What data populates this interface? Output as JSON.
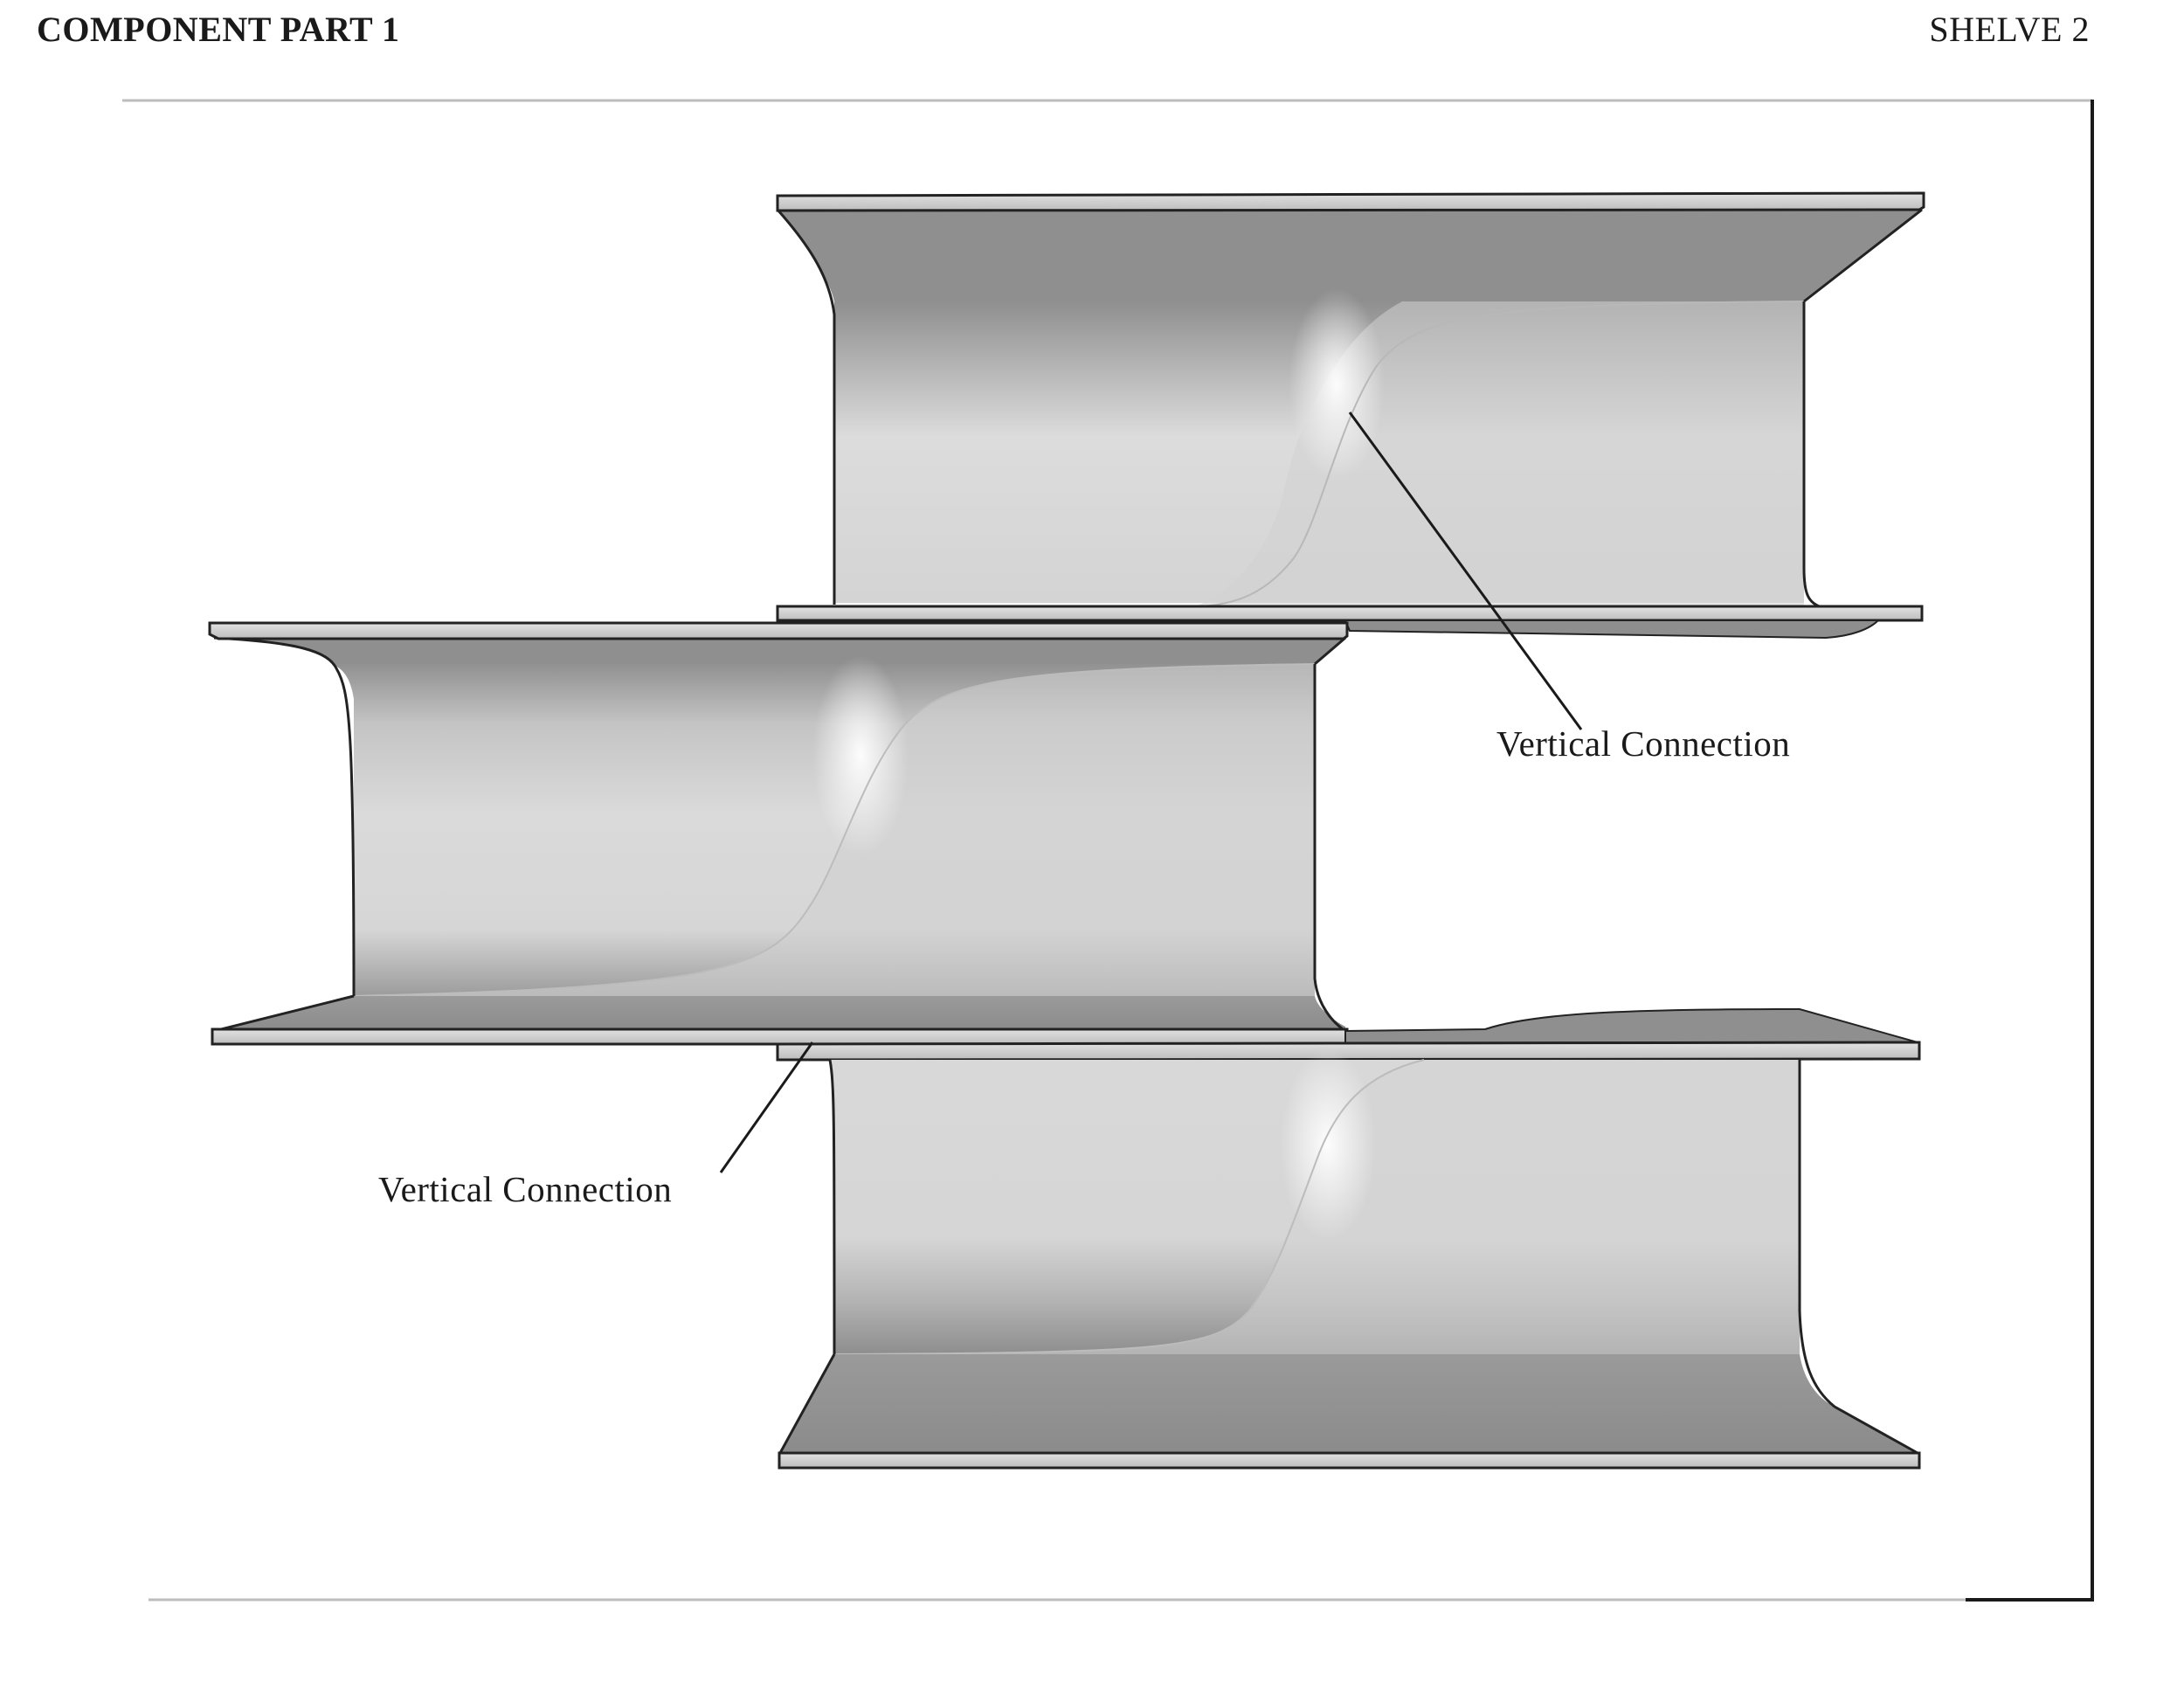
{
  "header": {
    "title": "COMPONENT PART 1",
    "sheet": "SHELVE 2"
  },
  "annotations": [
    {
      "label": "Vertical Connection"
    },
    {
      "label": "Vertical Connection"
    }
  ],
  "colors": {
    "background": "#ffffff",
    "frame": "#1a1a1a",
    "panel_light": "#dadada",
    "panel_dark": "#8e8e8e",
    "highlight": "#fbfbfb",
    "plate_edge": "#cfcfcf",
    "outline": "#222222"
  }
}
